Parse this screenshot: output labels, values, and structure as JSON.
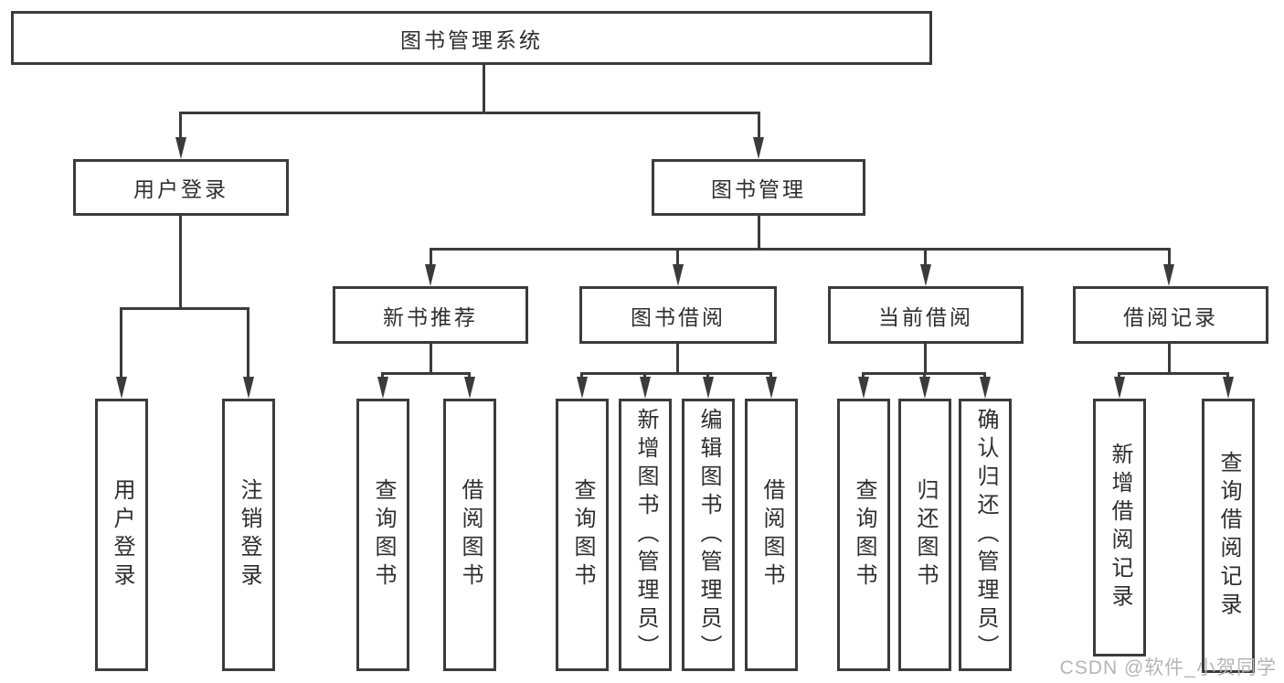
{
  "diagram": {
    "title": "图书管理系统",
    "type": "hierarchy-diagram",
    "nodes": {
      "root": "图书管理系统",
      "user_login": "用户登录",
      "book_mgmt": "图书管理",
      "new_book_rec": "新书推荐",
      "book_borrow": "图书借阅",
      "current_borrow": "当前借阅",
      "borrow_records": "借阅记录",
      "login_children": [
        "用户登录",
        "注销登录"
      ],
      "new_book_rec_children": [
        "查询图书",
        "借阅图书"
      ],
      "book_borrow_children": [
        "查询图书",
        "新增图书（管理员）",
        "编辑图书（管理员）",
        "借阅图书"
      ],
      "current_borrow_children": [
        "查询图书",
        "归还图书",
        "确认归还（管理员）"
      ],
      "borrow_records_children": [
        "新增借阅记录",
        "查询借阅记录"
      ]
    },
    "edges": [
      [
        "图书管理系统",
        "用户登录"
      ],
      [
        "图书管理系统",
        "图书管理"
      ],
      [
        "用户登录",
        "用户登录"
      ],
      [
        "用户登录",
        "注销登录"
      ],
      [
        "图书管理",
        "新书推荐"
      ],
      [
        "图书管理",
        "图书借阅"
      ],
      [
        "图书管理",
        "当前借阅"
      ],
      [
        "图书管理",
        "借阅记录"
      ],
      [
        "新书推荐",
        "查询图书"
      ],
      [
        "新书推荐",
        "借阅图书"
      ],
      [
        "图书借阅",
        "查询图书"
      ],
      [
        "图书借阅",
        "新增图书（管理员）"
      ],
      [
        "图书借阅",
        "编辑图书（管理员）"
      ],
      [
        "图书借阅",
        "借阅图书"
      ],
      [
        "当前借阅",
        "查询图书"
      ],
      [
        "当前借阅",
        "归还图书"
      ],
      [
        "当前借阅",
        "确认归还（管理员）"
      ],
      [
        "借阅记录",
        "新增借阅记录"
      ],
      [
        "借阅记录",
        "查询借阅记录"
      ]
    ]
  },
  "watermark": "CSDN @软件_小贺同学",
  "colors": {
    "line": "#3b3b3b",
    "text": "#2e2e2e",
    "bg": "#ffffff",
    "watermark": "#b5b5b5"
  }
}
